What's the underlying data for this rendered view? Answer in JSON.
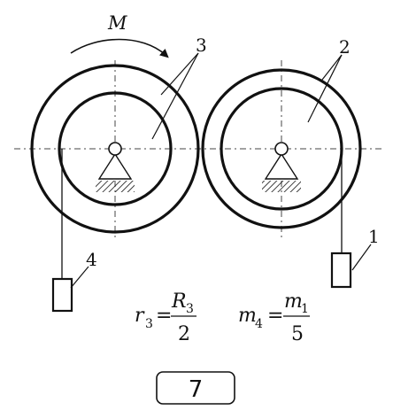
{
  "labels": {
    "moment": "M",
    "gear3": "3",
    "gear2": "2",
    "load1": "1",
    "load4": "4"
  },
  "formulas": {
    "left": {
      "lhs_base": "r",
      "lhs_sub": "3",
      "eq": "=",
      "num_base": "R",
      "num_sub": "3",
      "den": "2"
    },
    "right": {
      "lhs_base": "m",
      "lhs_sub": "4",
      "eq": "=",
      "num_base": "m",
      "num_sub": "1",
      "den": "5"
    }
  },
  "variant_number": "7"
}
